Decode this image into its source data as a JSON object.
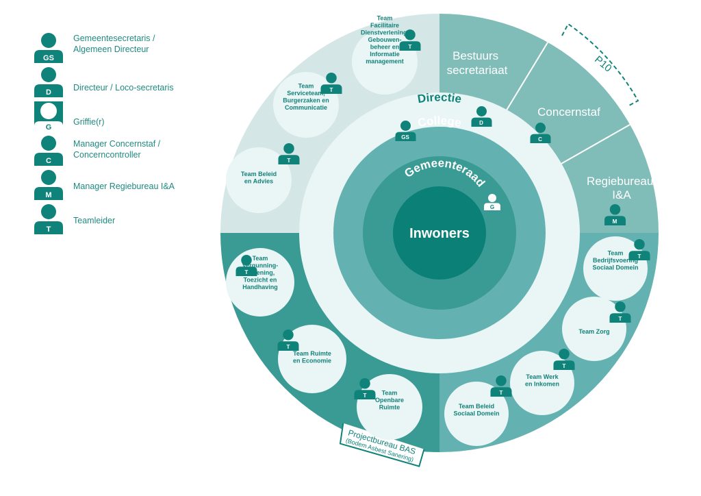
{
  "colors": {
    "primary": "#0f8279",
    "quadrant_top_left": "#d4e6e6",
    "quadrant_top_right": "#80bdb9",
    "quadrant_bottom_left": "#3a9a94",
    "quadrant_bottom_right": "#63b2b1",
    "directie_ring": "#eaf5f5",
    "college_ring": "#63b2b1",
    "gemeenteraad_ring": "#3a9a94",
    "inwoners_core": "#0b8077",
    "team_circle": "#eaf5f5",
    "text_teal": "#1f8a80"
  },
  "legend": [
    {
      "badge": "GS",
      "label_lines": [
        "Gemeentesecretaris /",
        "Algemeen Directeur"
      ],
      "icon": "person-gs-icon"
    },
    {
      "badge": "D",
      "label_lines": [
        "Directeur / Loco-secretaris"
      ],
      "icon": "person-d-icon"
    },
    {
      "badge": "G",
      "label_lines": [
        "Griffie(r)"
      ],
      "icon": "person-g-icon"
    },
    {
      "badge": "C",
      "label_lines": [
        "Manager Concernstaf /",
        "Concerncontroller"
      ],
      "icon": "person-c-icon"
    },
    {
      "badge": "M",
      "label_lines": [
        "Manager Regiebureau I&A"
      ],
      "icon": "person-m-icon"
    },
    {
      "badge": "T",
      "label_lines": [
        "Teamleider"
      ],
      "icon": "person-t-icon"
    }
  ],
  "rings": {
    "core": "Inwoners",
    "gemeenteraad": "Gemeenteraad",
    "college": "College",
    "directie": "Directie"
  },
  "sectors": {
    "bestuurssecretariaat": [
      "Bestuurs",
      "secretariaat"
    ],
    "concernstaf": [
      "Concernstaf"
    ],
    "regiebureau": [
      "Regiebureau",
      "I&A"
    ],
    "p10": "P10",
    "projectbureau": [
      "Projectbureau BAS",
      "(Bodem Asbest Sanering)"
    ]
  },
  "teams": [
    {
      "id": "facilitaire",
      "lines": [
        "Team",
        "Facilitaire",
        "Dienstverlening,",
        "Gebouwen-",
        "beheer en",
        "Informatie",
        "management"
      ],
      "badge": "T"
    },
    {
      "id": "serviceteam",
      "lines": [
        "Team",
        "Serviceteam,",
        "Burgerzaken en",
        "Communicatie"
      ],
      "badge": "T"
    },
    {
      "id": "beleid-advies",
      "lines": [
        "Team Beleid",
        "en Advies"
      ],
      "badge": "T"
    },
    {
      "id": "vergunning",
      "lines": [
        "Team",
        "Vergunning-",
        "verlening,",
        "Toezicht en",
        "Handhaving"
      ],
      "badge": "T"
    },
    {
      "id": "ruimte-economie",
      "lines": [
        "Team Ruimte",
        "en Economie"
      ],
      "badge": "T"
    },
    {
      "id": "openbare-ruimte",
      "lines": [
        "Team",
        "Openbare",
        "Ruimte"
      ],
      "badge": "T"
    },
    {
      "id": "bedrijfsvoering-sd",
      "lines": [
        "Team",
        "Bedrijfsvoering",
        "Sociaal Domein"
      ],
      "badge": "T"
    },
    {
      "id": "zorg",
      "lines": [
        "Team Zorg"
      ],
      "badge": "T"
    },
    {
      "id": "werk-inkomen",
      "lines": [
        "Team Werk",
        "en Inkomen"
      ],
      "badge": "T"
    },
    {
      "id": "beleid-sd",
      "lines": [
        "Team Beleid",
        "Sociaal Domein"
      ],
      "badge": "T"
    }
  ],
  "role_badges": {
    "gs": "GS",
    "d": "D",
    "c": "C",
    "g": "G",
    "m": "M"
  }
}
